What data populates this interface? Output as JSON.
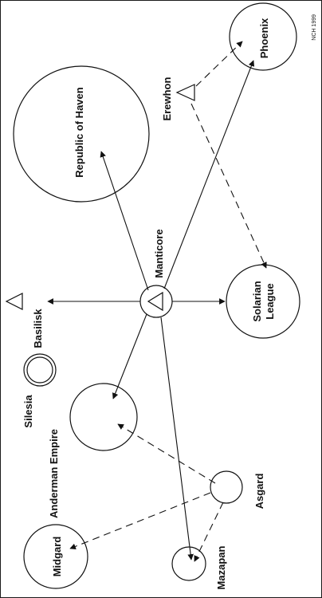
{
  "credit": "NCH 1999",
  "labels": {
    "phoenix": "Phoenix",
    "erewhon": "Erewhon",
    "haven": "Republic of Haven",
    "manticore": "Manticore",
    "solarian_line1": "Solarian",
    "solarian_line2": "League",
    "basilisk": "Basilisk",
    "silesia": "Silesia",
    "anderman": "Anderman Empire",
    "asgard": "Asgard",
    "midgard": "Midgard",
    "mazapan": "Mazapan"
  },
  "colors": {
    "ink": "#111111",
    "background": "#ffffff"
  }
}
